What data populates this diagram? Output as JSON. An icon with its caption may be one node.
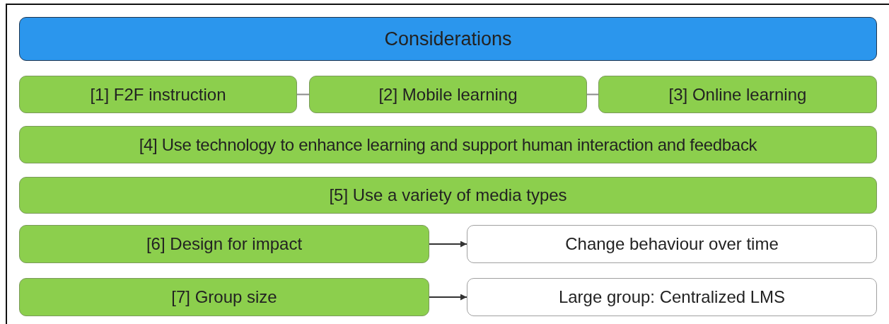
{
  "diagram": {
    "nodes": [
      {
        "text": [
          "Considerations"
        ]
      },
      {
        "text": [
          "[1] F2F instruction"
        ]
      },
      {
        "text": [
          "[2] Mobile learning"
        ]
      },
      {
        "text": [
          "[3] Online learning"
        ]
      },
      {
        "text": [
          "[4] Use technology to enhance learning and support human interaction and feedback"
        ]
      },
      {
        "text": [
          "[5] Use a variety of media types"
        ]
      },
      {
        "text": [
          "[6] Design for impact"
        ]
      },
      {
        "text": [
          "Change behaviour over time"
        ]
      },
      {
        "text": [
          "[7] Group size"
        ]
      },
      {
        "text": [
          "Large group: Centralized LMS"
        ]
      }
    ],
    "edges": [
      {
        "from": 1,
        "to": 2,
        "arrow": "none",
        "color": "#8a8a8a"
      },
      {
        "from": 2,
        "to": 3,
        "arrow": "none",
        "color": "#8a8a8a"
      },
      {
        "from": 6,
        "to": 7,
        "arrow": "to"
      },
      {
        "from": 8,
        "to": 9,
        "arrow": "to"
      }
    ]
  }
}
